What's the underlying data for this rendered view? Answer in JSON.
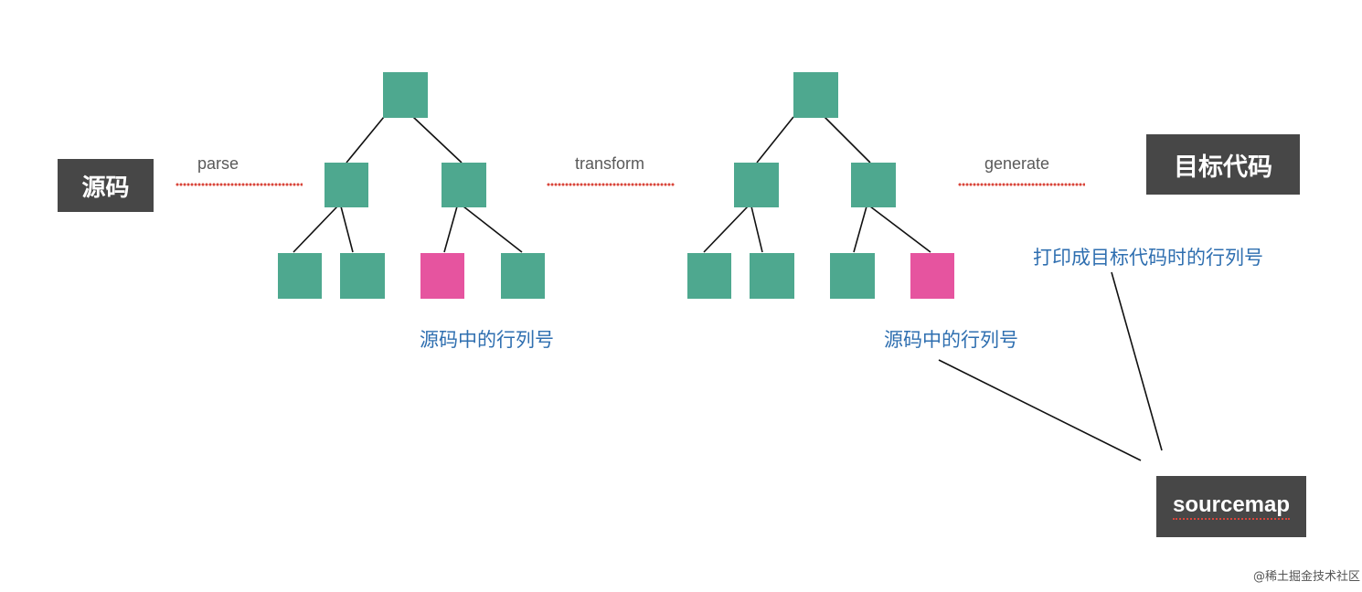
{
  "source_label": "源码",
  "target_label": "目标代码",
  "sourcemap_label": "sourcemap",
  "steps": {
    "parse": "parse",
    "transform": "transform",
    "generate": "generate"
  },
  "annotations": {
    "source_position_1": "源码中的行列号",
    "source_position_2": "源码中的行列号",
    "target_position": "打印成目标代码时的行列号"
  },
  "watermark": "@稀土掘金技术社区",
  "colors": {
    "dark_box": "#474747",
    "tree_node": "#4ea88f",
    "highlight_node": "#e6549f",
    "annotation_text": "#2f6fb0",
    "squiggle": "#d9453b"
  }
}
